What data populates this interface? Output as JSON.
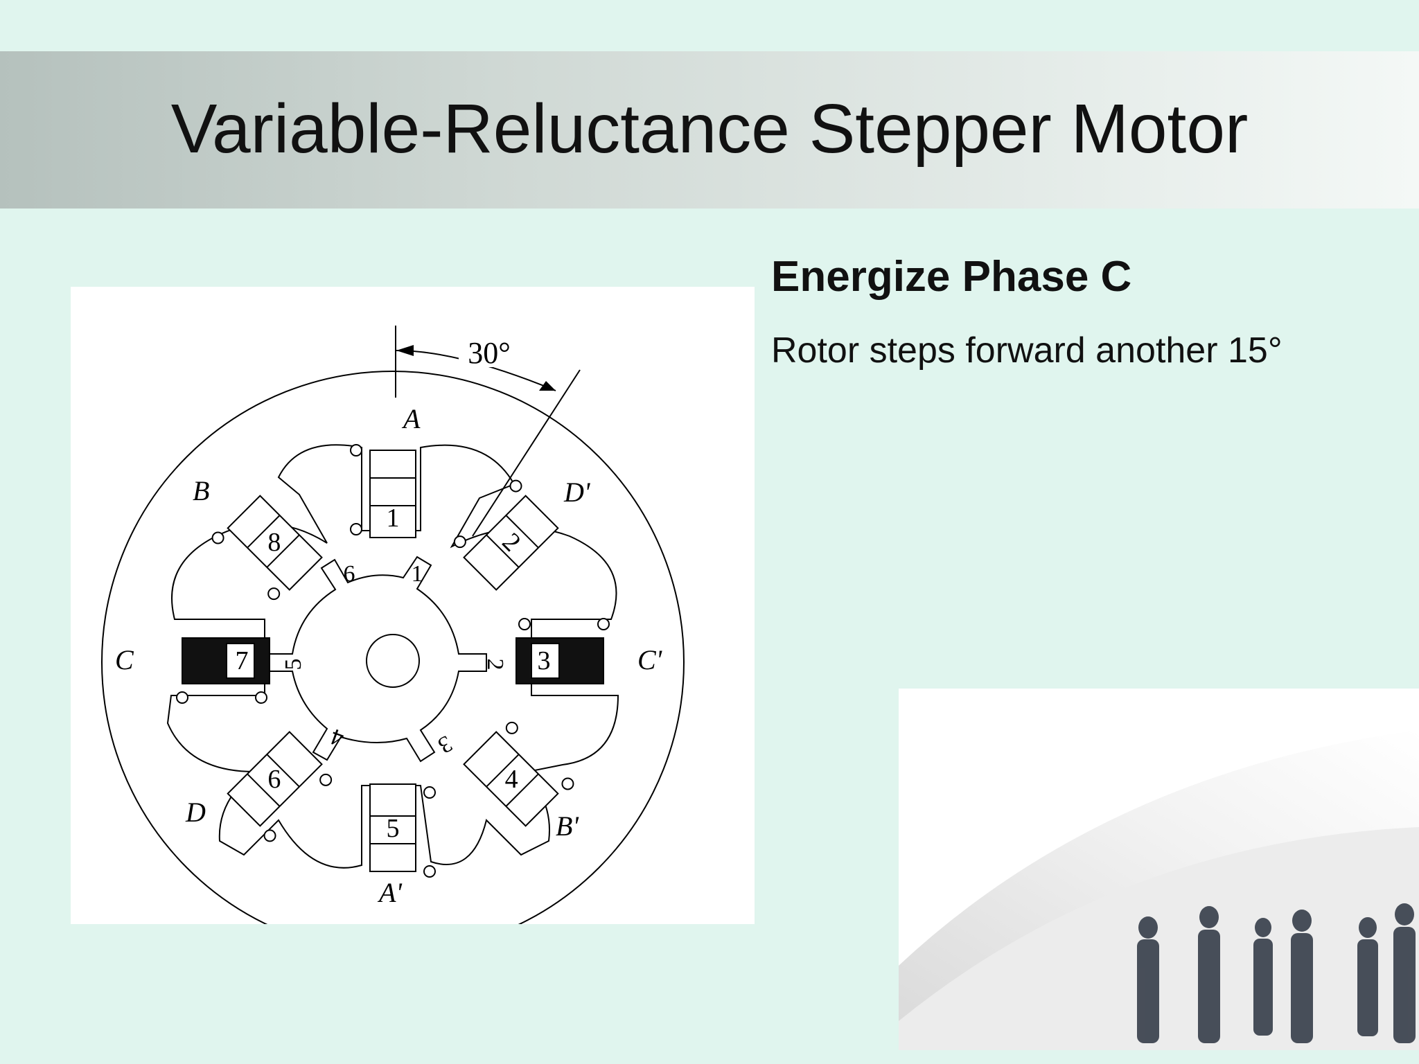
{
  "slide": {
    "title": "Variable-Reluctance Stepper Motor",
    "subtitle": "Energize Phase C",
    "body": "Rotor steps forward another 15°"
  },
  "diagram": {
    "angle_label": "30°",
    "stator_labels": [
      "A",
      "D'",
      "C'",
      "B'",
      "A'",
      "D",
      "C",
      "B"
    ],
    "coil_numbers": [
      "1",
      "2",
      "3",
      "4",
      "5",
      "6",
      "7",
      "8"
    ],
    "rotor_teeth": [
      "1",
      "2",
      "3",
      "4",
      "5",
      "6"
    ],
    "energized_phase": "C"
  },
  "decoration": {
    "image": "people-holding-hands-silhouette"
  }
}
